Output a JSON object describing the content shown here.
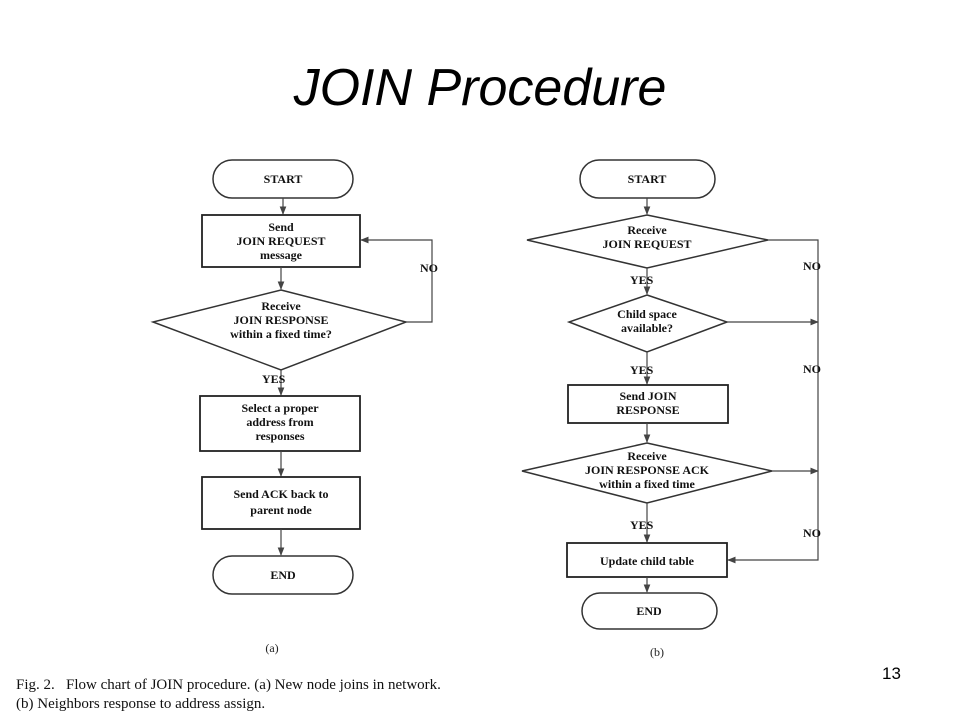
{
  "slide": {
    "title": "JOIN Procedure",
    "page_number": "13"
  },
  "flowchart_a": {
    "start": "START",
    "send_join_request": [
      "Send",
      "JOIN REQUEST",
      "message"
    ],
    "receive_join_response": [
      "Receive",
      "JOIN RESPONSE",
      "within a fixed time?"
    ],
    "no_label": "NO",
    "yes_label": "YES",
    "select_address": [
      "Select a proper",
      "address from",
      "responses"
    ],
    "send_ack": [
      "Send ACK back to",
      "parent node"
    ],
    "end": "END",
    "sublabel": "(a)"
  },
  "flowchart_b": {
    "start": "START",
    "receive_join_request": [
      "Receive",
      "JOIN REQUEST"
    ],
    "yes1": "YES",
    "no1": "NO",
    "child_space": [
      "Child space",
      "available?"
    ],
    "yes2": "YES",
    "no2": "NO",
    "send_join_response": [
      "Send JOIN",
      "RESPONSE"
    ],
    "receive_ack": [
      "Receive",
      "JOIN RESPONSE ACK",
      "within a fixed time"
    ],
    "yes3": "YES",
    "no3": "NO",
    "update_child_table": "Update child table",
    "end": "END",
    "sublabel": "(b)"
  },
  "caption": {
    "line1": "Fig. 2.   Flow chart of JOIN procedure. (a) New node joins in network.",
    "line2": "(b) Neighbors response to address assign."
  }
}
